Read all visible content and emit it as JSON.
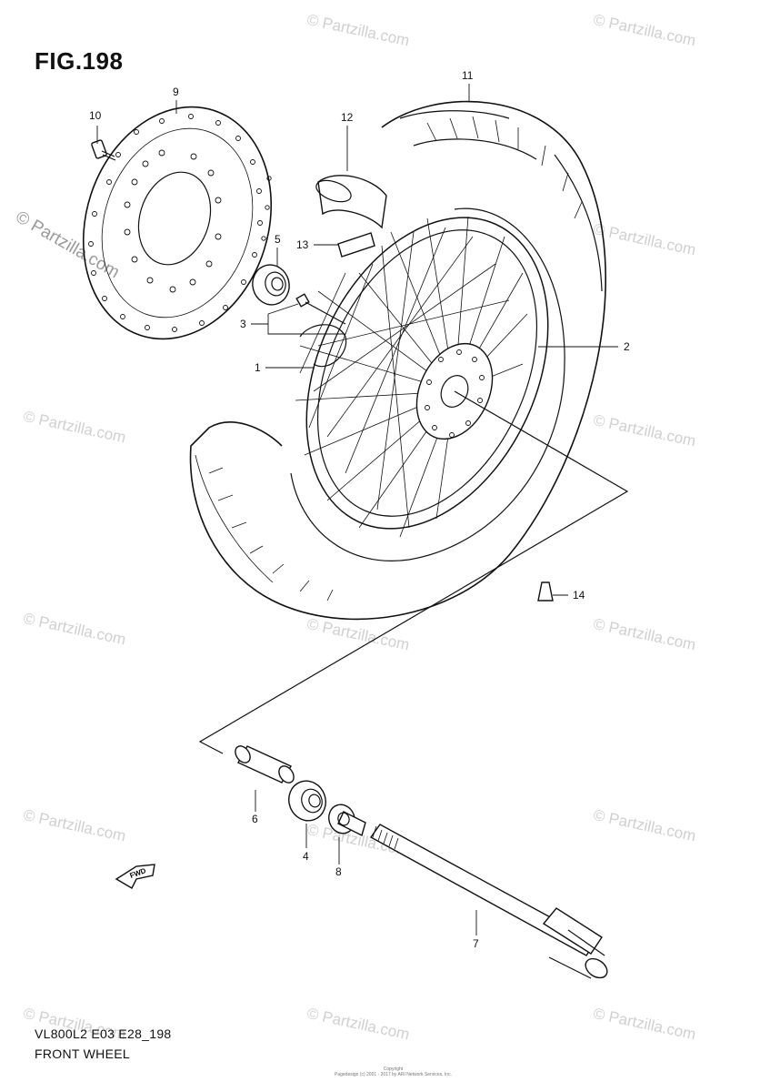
{
  "figure": {
    "title": "FIG.198"
  },
  "callouts": {
    "c1": "1",
    "c2": "2",
    "c3": "3",
    "c4": "4",
    "c5": "5",
    "c6": "6",
    "c7": "7",
    "c8": "8",
    "c9": "9",
    "c10": "10",
    "c11": "11",
    "c12": "12",
    "c13": "13",
    "c14": "14"
  },
  "arrow": {
    "label": "FWD"
  },
  "footer": {
    "code": "VL800L2 E03 E28_198",
    "caption": "FRONT WHEEL"
  },
  "watermarks": {
    "text": "© Partzilla.com",
    "side": "© Partzilla.com"
  },
  "copyright": {
    "line1": "Copyright",
    "line2": "Pagedesign (c) 2001 - 2017 by ARI Network Services, Inc."
  }
}
